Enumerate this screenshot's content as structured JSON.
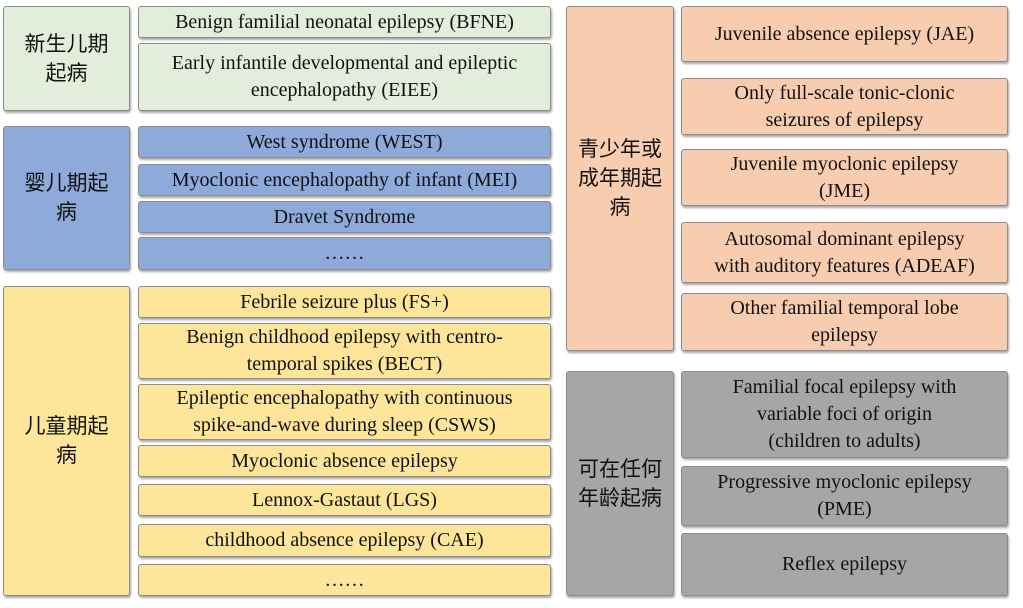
{
  "colors": {
    "neonatal": "#e2eedb",
    "infant": "#8eaadb",
    "childhood": "#fde59a",
    "adolescent": "#f8ccaf",
    "any_age": "#a7a5a5"
  },
  "groups": {
    "neonatal": {
      "label": "新生儿期\n起病",
      "items": [
        "Benign familial neonatal epilepsy (BFNE)",
        "Early infantile developmental and epileptic\nencephalopathy (EIEE)"
      ]
    },
    "infant": {
      "label": "婴儿期起\n病",
      "items": [
        "West syndrome (WEST)",
        "Myoclonic encephalopathy of infant (MEI)",
        "Dravet Syndrome",
        "……"
      ]
    },
    "childhood": {
      "label": "儿童期起\n病",
      "items": [
        "Febrile seizure plus (FS+)",
        "Benign childhood epilepsy with centro-\ntemporal spikes (BECT)",
        "Epileptic encephalopathy with continuous\nspike-and-wave during sleep (CSWS)",
        "Myoclonic absence epilepsy",
        "Lennox-Gastaut (LGS)",
        "childhood absence epilepsy (CAE)",
        "……"
      ]
    },
    "adolescent": {
      "label": "青少年或\n成年期起\n病",
      "items": [
        "Juvenile absence epilepsy (JAE)",
        "Only full-scale tonic-clonic\nseizures of epilepsy",
        "Juvenile myoclonic epilepsy\n(JME)",
        "Autosomal dominant epilepsy\nwith auditory features (ADEAF)",
        "Other familial temporal lobe\nepilepsy"
      ]
    },
    "any_age": {
      "label": "可在任何\n年龄起病",
      "items": [
        "Familial focal epilepsy with\nvariable foci of origin\n(children to adults)",
        "Progressive myoclonic epilepsy\n(PME)",
        "Reflex epilepsy"
      ]
    }
  }
}
